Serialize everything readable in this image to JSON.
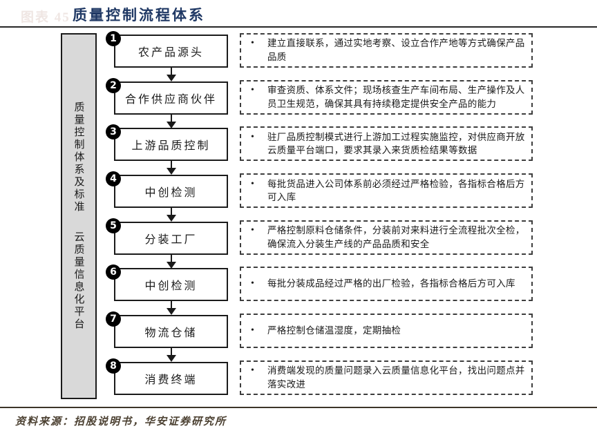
{
  "page": {
    "watermark": "图表 45",
    "title": "质量控制流程体系",
    "source": "资料来源：招股说明书，华安证券研究所",
    "bullet": "•"
  },
  "colors": {
    "title_navy": "#1f3864",
    "sidebar_gray": "#d9d9d9",
    "source_brown": "#4c4132",
    "line_black": "#1a1a1a"
  },
  "sidebar": {
    "label_top": "质量控制体系及标准",
    "label_bottom": "云质量信息化平台"
  },
  "steps": [
    {
      "num": "1",
      "label": "农产品源头",
      "desc": "建立直接联系，通过实地考察、设立合作产地等方式确保产品品质"
    },
    {
      "num": "2",
      "label": "合作供应商伙伴",
      "desc": "审查资质、体系文件；现场核查生产车间布局、生产操作及人员卫生规范，确保其具有持续稳定提供安全产品的能力"
    },
    {
      "num": "3",
      "label": "上游品质控制",
      "desc": "驻厂品质控制模式进行上游加工过程实施监控，对供应商开放云质量平台端口，要求其录入来货质检结果等数据"
    },
    {
      "num": "4",
      "label": "中创检测",
      "desc": "每批货品进入公司体系前必须经过严格检验，各指标合格后方可入库"
    },
    {
      "num": "5",
      "label": "分装工厂",
      "desc": "严格控制原料仓储条件，分装前对来料进行全流程批次全检，确保流入分装生产线的产品品质和安全"
    },
    {
      "num": "6",
      "label": "中创检测",
      "desc": "每批分装成品经过严格的出厂检验，各指标合格后方可入库"
    },
    {
      "num": "7",
      "label": "物流仓储",
      "desc": "严格控制仓储温湿度，定期抽检"
    },
    {
      "num": "8",
      "label": "消费终端",
      "desc": "消费端发现的质量问题录入云质量信息化平台，找出问题点并落实改进"
    }
  ]
}
